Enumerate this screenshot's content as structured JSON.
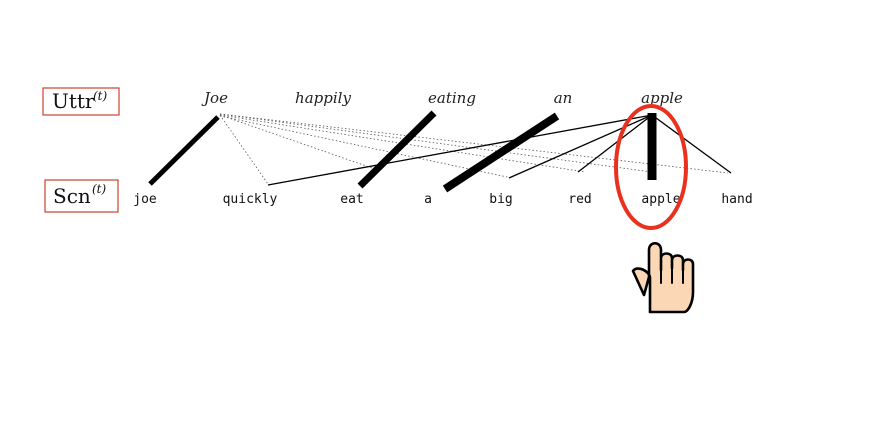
{
  "labels": {
    "utterance": "Uttr",
    "utterance_sup": "(t)",
    "scene": "Scn",
    "scene_sup": "(t)"
  },
  "utterance_words": [
    "Joe",
    "happily",
    "eating",
    "an",
    "apple"
  ],
  "scene_words": [
    "joe",
    "quickly",
    "eat",
    "a",
    "big",
    "red",
    "apple",
    "hand"
  ],
  "alignments": [
    {
      "from": "Joe",
      "to": "joe",
      "weight": "strong"
    },
    {
      "from": "eating",
      "to": "eat",
      "weight": "strong"
    },
    {
      "from": "an",
      "to": "a",
      "weight": "strong"
    },
    {
      "from": "apple",
      "to": "apple",
      "weight": "strong"
    },
    {
      "from": "apple",
      "to": "quickly",
      "weight": "thin"
    },
    {
      "from": "apple",
      "to": "big",
      "weight": "thin"
    },
    {
      "from": "apple",
      "to": "red",
      "weight": "thin"
    },
    {
      "from": "apple",
      "to": "hand",
      "weight": "thin"
    },
    {
      "from": "Joe",
      "to": "quickly",
      "weight": "dotted"
    },
    {
      "from": "Joe",
      "to": "eat",
      "weight": "dotted"
    },
    {
      "from": "Joe",
      "to": "big",
      "weight": "dotted"
    },
    {
      "from": "Joe",
      "to": "red",
      "weight": "dotted"
    },
    {
      "from": "Joe",
      "to": "apple",
      "weight": "dotted"
    },
    {
      "from": "Joe",
      "to": "hand",
      "weight": "dotted"
    }
  ],
  "highlight": {
    "target": "apple",
    "color": "#e8321f",
    "icon": "pointing-hand-icon"
  },
  "colors": {
    "label_border": "#d0402e",
    "skin": "#fcd7b6",
    "outline": "#000000"
  }
}
